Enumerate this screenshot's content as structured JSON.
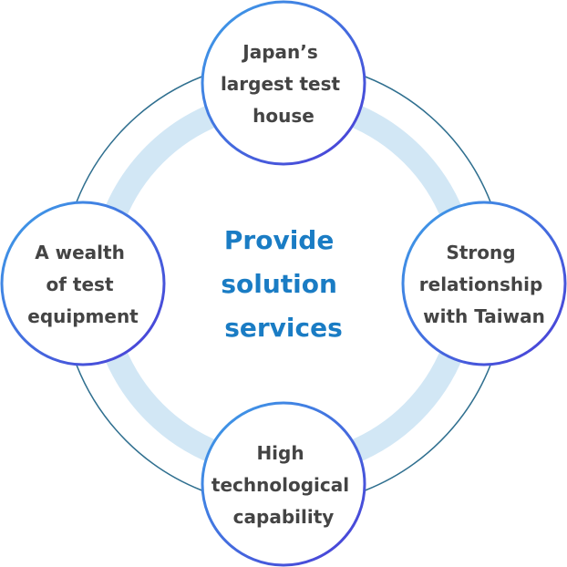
{
  "center": {
    "lines": [
      "Provide",
      "solution",
      "services"
    ],
    "color": "#1a7cc4"
  },
  "nodes": [
    {
      "id": "top",
      "lines": [
        "Japan’s",
        "largest test",
        "house"
      ]
    },
    {
      "id": "right",
      "lines": [
        "Strong",
        "relationship",
        "with Taiwan"
      ]
    },
    {
      "id": "bottom",
      "lines": [
        "High",
        "technological",
        "capability"
      ]
    },
    {
      "id": "left",
      "lines": [
        "A wealth",
        "of test",
        "equipment"
      ]
    }
  ],
  "colors": {
    "outer_ring": "#2f6f8f",
    "inner_ring": "#d2e7f5",
    "node_gradient_start": "#3da0e8",
    "node_gradient_end": "#4a3bd6",
    "node_text": "#444444"
  }
}
